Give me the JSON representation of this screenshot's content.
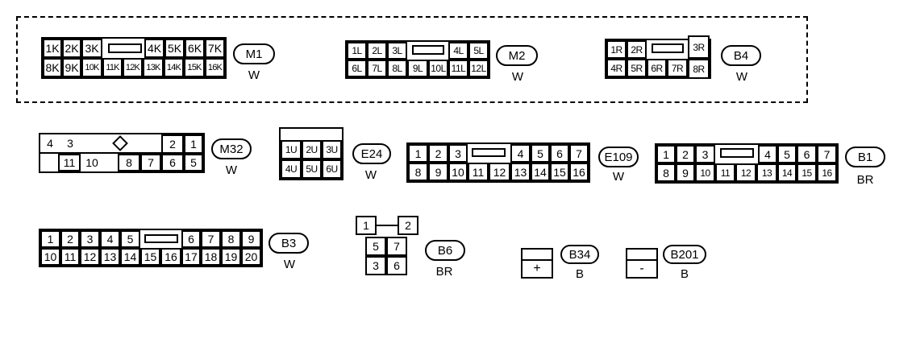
{
  "connectors": {
    "m1": {
      "id": "M1",
      "color": "W",
      "top": [
        "1K",
        "2K",
        "3K",
        "4K",
        "5K",
        "6K",
        "7K"
      ],
      "bottom": [
        "8K",
        "9K",
        "10K",
        "11K",
        "12K",
        "13K",
        "14K",
        "15K",
        "16K"
      ]
    },
    "m2": {
      "id": "M2",
      "color": "W",
      "top": [
        "1L",
        "2L",
        "3L",
        "4L",
        "5L"
      ],
      "bottom": [
        "6L",
        "7L",
        "8L",
        "9L",
        "10L",
        "11L",
        "12L"
      ]
    },
    "b4": {
      "id": "B4",
      "color": "W",
      "top": [
        "1R",
        "2R",
        "3R"
      ],
      "bottom": [
        "4R",
        "5R",
        "6R",
        "7R",
        "8R"
      ]
    },
    "m32": {
      "id": "M32",
      "color": "W",
      "top": [
        "4",
        "3",
        "2",
        "1"
      ],
      "bottom": [
        "11",
        "10",
        "8",
        "7",
        "6",
        "5"
      ]
    },
    "e24": {
      "id": "E24",
      "color": "W",
      "top": [
        "1U",
        "2U",
        "3U"
      ],
      "bottom": [
        "4U",
        "5U",
        "6U"
      ]
    },
    "e109": {
      "id": "E109",
      "color": "W",
      "top": [
        "1",
        "2",
        "3",
        "4",
        "5",
        "6",
        "7"
      ],
      "bottom": [
        "8",
        "9",
        "10",
        "11",
        "12",
        "13",
        "14",
        "15",
        "16"
      ]
    },
    "b1": {
      "id": "B1",
      "color": "BR",
      "top": [
        "1",
        "2",
        "3",
        "4",
        "5",
        "6",
        "7"
      ],
      "bottom": [
        "8",
        "9",
        "10",
        "11",
        "12",
        "13",
        "14",
        "15",
        "16"
      ]
    },
    "b3": {
      "id": "B3",
      "color": "W",
      "top": [
        "1",
        "2",
        "3",
        "4",
        "5",
        "6",
        "7",
        "8",
        "9"
      ],
      "bottom": [
        "10",
        "11",
        "12",
        "13",
        "14",
        "15",
        "16",
        "17",
        "18",
        "19",
        "20"
      ]
    },
    "b6": {
      "id": "B6",
      "color": "BR",
      "pins": [
        "1",
        "2",
        "5",
        "7",
        "3",
        "6"
      ]
    },
    "b34": {
      "id": "B34",
      "color": "B",
      "pin": "+"
    },
    "b201": {
      "id": "B201",
      "color": "B",
      "pin": "-"
    }
  }
}
